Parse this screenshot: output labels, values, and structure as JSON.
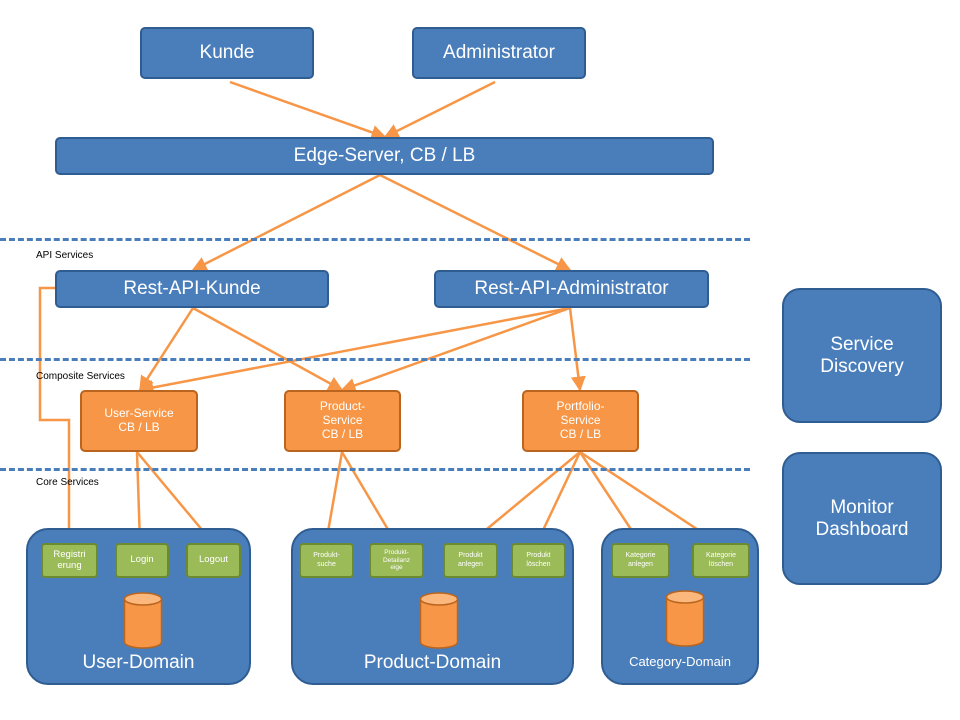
{
  "clients": {
    "kunde": "Kunde",
    "administrator": "Administrator"
  },
  "edge": {
    "label": "Edge-Server, CB / LB"
  },
  "layers": {
    "api": "API Services",
    "composite": "Composite Services",
    "core": "Core Services"
  },
  "api": {
    "kunde": "Rest-API-Kunde",
    "administrator": "Rest-API-Administrator"
  },
  "composite": {
    "user": [
      "User-Service",
      "CB / LB"
    ],
    "product": [
      "Product-",
      "Service",
      "CB / LB"
    ],
    "portfolio": [
      "Portfolio-",
      "Service",
      "CB / LB"
    ]
  },
  "infra": {
    "service_discovery": [
      "Service",
      "Discovery"
    ],
    "monitor_dashboard": [
      "Monitor",
      "Dashboard"
    ]
  },
  "user_domain": {
    "label": "User-Domain",
    "registrierung": [
      "Registri",
      "erung"
    ],
    "login": "Login",
    "logout": "Logout"
  },
  "product_domain": {
    "label": "Product-Domain",
    "suche": [
      "Produkt-",
      "suche"
    ],
    "detail": [
      "Produkt-",
      "Detailanz",
      "eige"
    ],
    "anlegen": [
      "Produkt",
      "anlegen"
    ],
    "loeschen": [
      "Produkt",
      "löschen"
    ]
  },
  "category_domain": {
    "label": "Category-Domain",
    "anlegen": [
      "Kategorie",
      "anlegen"
    ],
    "loeschen": [
      "Kategorie",
      "löschen"
    ]
  },
  "colors": {
    "box_blue": "#4a7ebb",
    "box_orange": "#f79646",
    "box_green": "#9bbb59",
    "arrow": "#f79646",
    "db_cylinder": "#f79646"
  }
}
